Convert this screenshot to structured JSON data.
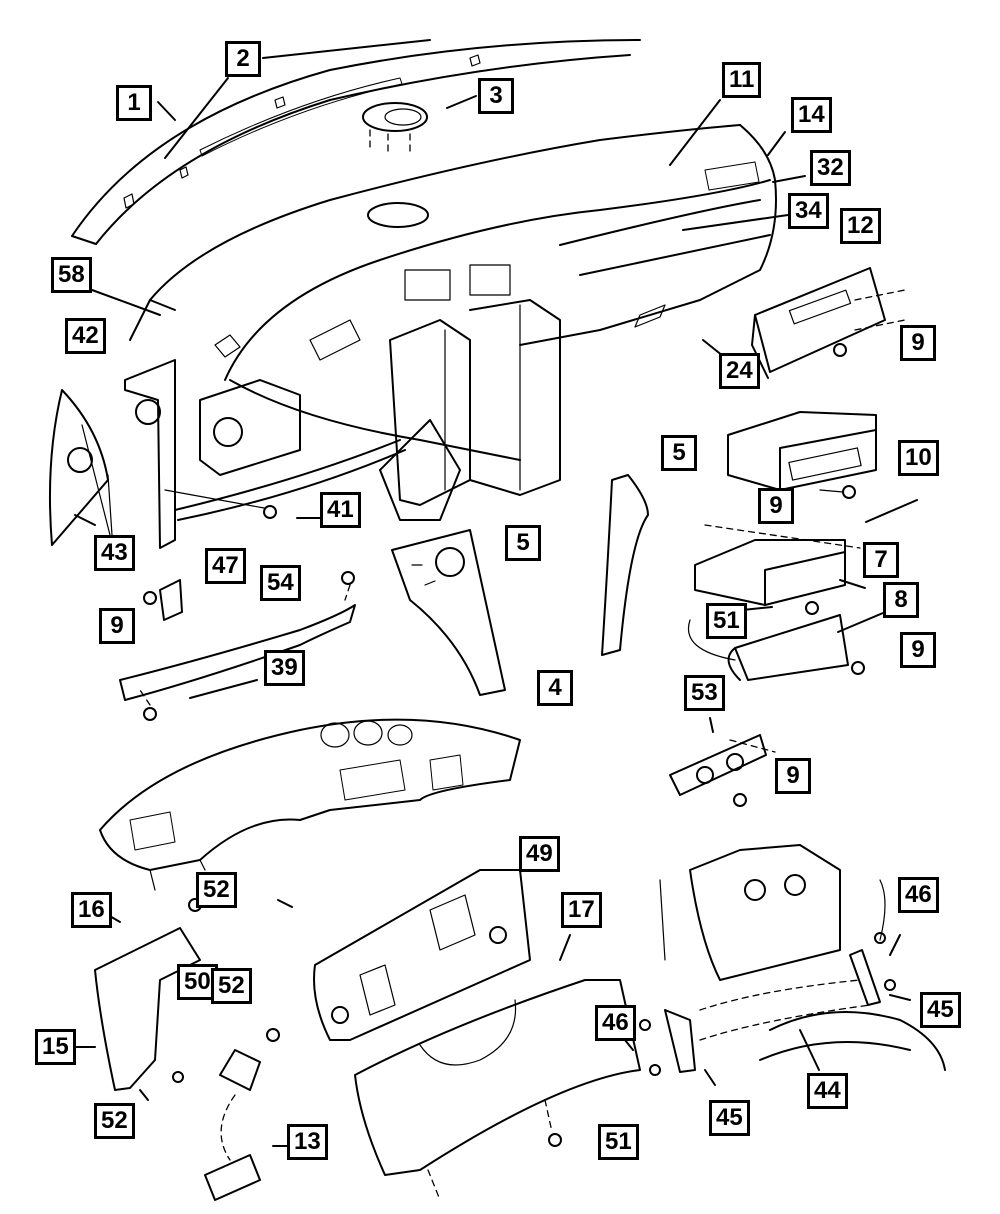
{
  "diagram": {
    "title": "Instrument Panel Parts Diagram",
    "callouts": [
      {
        "id": "c1",
        "label": "1"
      },
      {
        "id": "c2",
        "label": "2"
      },
      {
        "id": "c3",
        "label": "3"
      },
      {
        "id": "c11",
        "label": "11"
      },
      {
        "id": "c14",
        "label": "14"
      },
      {
        "id": "c32",
        "label": "32"
      },
      {
        "id": "c34",
        "label": "34"
      },
      {
        "id": "c12",
        "label": "12"
      },
      {
        "id": "c58",
        "label": "58"
      },
      {
        "id": "c42",
        "label": "42"
      },
      {
        "id": "c9a",
        "label": "9"
      },
      {
        "id": "c24",
        "label": "24"
      },
      {
        "id": "c5a",
        "label": "5"
      },
      {
        "id": "c10",
        "label": "10"
      },
      {
        "id": "c9b",
        "label": "9"
      },
      {
        "id": "c41",
        "label": "41"
      },
      {
        "id": "c43",
        "label": "43"
      },
      {
        "id": "c5b",
        "label": "5"
      },
      {
        "id": "c7",
        "label": "7"
      },
      {
        "id": "c47",
        "label": "47"
      },
      {
        "id": "c54",
        "label": "54"
      },
      {
        "id": "c8",
        "label": "8"
      },
      {
        "id": "c9c",
        "label": "9"
      },
      {
        "id": "c51a",
        "label": "51"
      },
      {
        "id": "c9d",
        "label": "9"
      },
      {
        "id": "c39",
        "label": "39"
      },
      {
        "id": "c4",
        "label": "4"
      },
      {
        "id": "c53",
        "label": "53"
      },
      {
        "id": "c9e",
        "label": "9"
      },
      {
        "id": "c49",
        "label": "49"
      },
      {
        "id": "c52a",
        "label": "52"
      },
      {
        "id": "c16",
        "label": "16"
      },
      {
        "id": "c17",
        "label": "17"
      },
      {
        "id": "c46a",
        "label": "46"
      },
      {
        "id": "c50",
        "label": "50"
      },
      {
        "id": "c52b",
        "label": "52"
      },
      {
        "id": "c46b",
        "label": "46"
      },
      {
        "id": "c45a",
        "label": "45"
      },
      {
        "id": "c15",
        "label": "15"
      },
      {
        "id": "c44",
        "label": "44"
      },
      {
        "id": "c45b",
        "label": "45"
      },
      {
        "id": "c52c",
        "label": "52"
      },
      {
        "id": "c13",
        "label": "13"
      },
      {
        "id": "c51b",
        "label": "51"
      }
    ]
  }
}
